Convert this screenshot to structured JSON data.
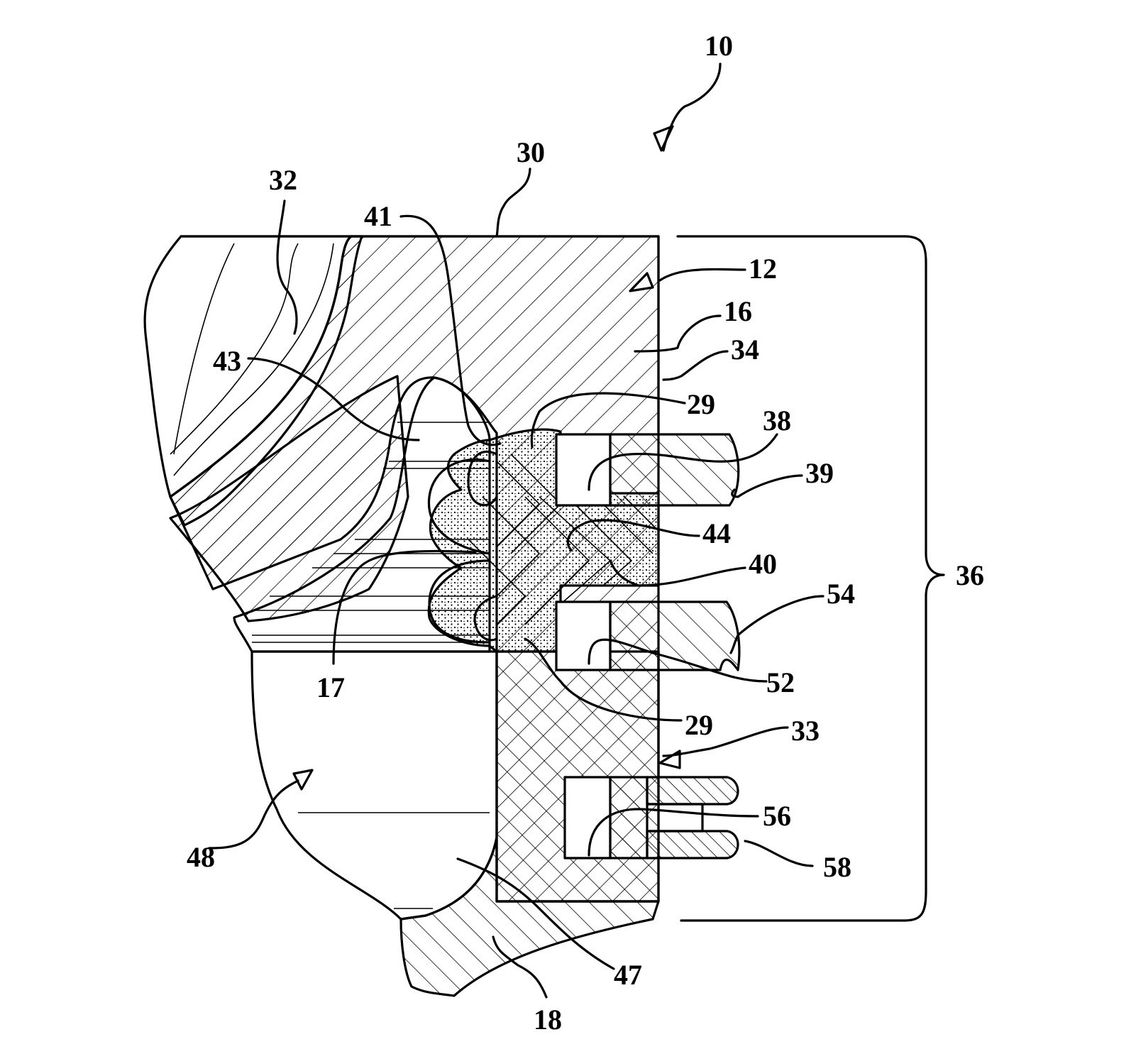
{
  "figure": {
    "labels": {
      "l10": "10",
      "l12": "12",
      "l16": "16",
      "l17": "17",
      "l18": "18",
      "l29a": "29",
      "l29b": "29",
      "l30": "30",
      "l32": "32",
      "l33": "33",
      "l34": "34",
      "l36": "36",
      "l38": "38",
      "l39": "39",
      "l40": "40",
      "l41": "41",
      "l43": "43",
      "l44": "44",
      "l47": "47",
      "l48": "48",
      "l52": "52",
      "l54": "54",
      "l56": "56",
      "l58": "58"
    },
    "colors": {
      "line": "#000000",
      "background": "#ffffff"
    }
  }
}
